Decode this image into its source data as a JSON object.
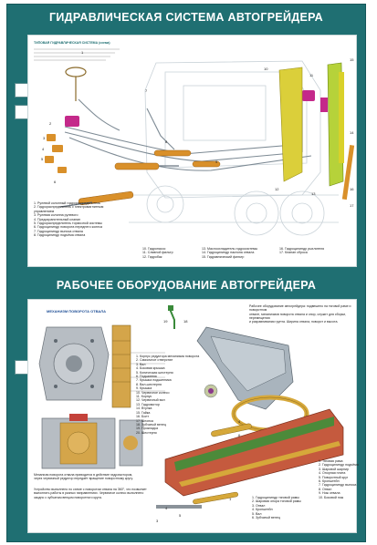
{
  "titles": {
    "top": "ГИДРАВЛИЧЕСКАЯ СИСТЕМА АВТОГРЕЙДЕРА",
    "bottom": "РАБОЧЕЕ ОБОРУДОВАНИЕ АВТОГРЕЙДЕРА"
  },
  "panel1": {
    "scheme_title": "ТИПОВАЯ ГИДРАВЛИЧЕСКАЯ СИСТЕМА (схема)",
    "legend_left": [
      "1. Рулевой колонный гидрораспределитель",
      "2. Гидрораспределитель с электромагнитным",
      "   управлением",
      "3. Рулевая колонна рулевого",
      "4. Предохранительный клапан",
      "5. Гидрораспределитель тормозной системы",
      "6. Гидроцилиндр поворота переднего колеса",
      "7. Гидроцилиндр выноса отвала",
      "8. Гидроцилиндр подъёма отвала"
    ],
    "legend_mid": [
      "10. Гидронасос",
      "11. Сливной фильтр",
      "12. Гидробак"
    ],
    "legend_mid2": [
      "13. Маслоохладитель гидросистемы",
      "14. Гидроцилиндр наклона отвала",
      "15. Гидравлический фильтр"
    ],
    "legend_right": [
      "16. Гидроцилиндр рыхлителя",
      "17. Клапан сброса"
    ]
  },
  "panel2": {
    "mechanism_title": "МЕХАНИЗМ ПОВОРОТА ОТВАЛА",
    "intro": [
      "Рабочее оборудование автогрейдера: подвешено на тяговой раме и поворотном",
      "отвале, механизмов поворота отвала и опор, служит для сборки, перемещения",
      "и разравнивания грунта. Ширина отвала, поворот и высота."
    ],
    "mech_legend": [
      "1. Корпус редуктора механизма поворота",
      "2. Смазочное отверстие",
      "3. Вал",
      "4. Боковая крышка",
      "5. Коническая шестерня",
      "6. Подшипник",
      "7. Крышка подшипника",
      "8. Вал-шестерня",
      "9. Крышка",
      "10. Червячное колесо",
      "11. Корпус",
      "12. Червячный вал",
      "13. Гидромотор",
      "14. Втулка",
      "15. Гайка",
      "16. Болт",
      "17. Шпонка",
      "18. Зубчатый венец",
      "19. Прокладка",
      "20. Шестерня"
    ],
    "frame_legend": [
      "1. Тяговая рама",
      "2. Гидроцилиндр подъёма",
      "3. Шаровой шарнир",
      "4. Опорная плита",
      "5. Поворотный круг",
      "6. Кронштейн",
      "7. Гидроцилиндр выноса",
      "8. Отвал",
      "9. Нож отвала",
      "10. Боковой нож"
    ],
    "bottom_legend": [
      "1. Гидроцилиндр тяговой рамы",
      "2. Шаровая опора тяговой рамы",
      "3. Отвал",
      "4. Кронштейн",
      "5. Вал",
      "6. Зубчатый венец"
    ],
    "note_1": [
      "Механизм поворота отвала приводится в действие гидромотором,",
      "через червячный редуктор передаёт вращение поворотному кругу."
    ],
    "note_2": [
      "Устройство выполнено по схеме с поворотом отвала на 360°, что позволяет",
      "выполнять работы в разных направлениях. Червячное колесо выполнено",
      "заодно с зубчатым венцом поворотного круга."
    ]
  },
  "colors": {
    "background": "#1f6f72",
    "panel": "#ffffff",
    "title": "#ffffff",
    "hydraulic_orange": "#d9902a",
    "hydraulic_pink": "#c4298a",
    "hydraulic_yellow": "#d6d320",
    "blade_red": "#c55a3e",
    "blade_green": "#4c8a3a",
    "frame_grey": "#a9b4bd"
  }
}
